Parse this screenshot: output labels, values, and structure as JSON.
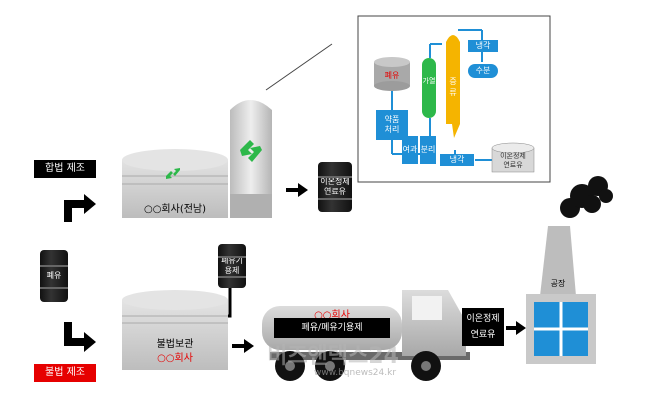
{
  "labels": {
    "legal_manufacture": "합법 제조",
    "illegal_manufacture": "불법 제조",
    "waste_oil": "폐유",
    "company_legal": "○○회사(전남)",
    "ion_fuel_drum_line1": "이온정제",
    "ion_fuel_drum_line2": "연료유",
    "waste_drum_line1": "폐유기",
    "waste_drum_line2": "용제",
    "tank_illegal_line1": "불법보관",
    "tank_illegal_line2": "○○회사",
    "truck_company": "○○회사",
    "truck_cargo": "폐유/폐유기용제",
    "factory": "공장",
    "ion_fuel_box_line1": "이온정제",
    "ion_fuel_box_line2": "연료유"
  },
  "process": {
    "waste_oil": "폐유",
    "pretreat_line1": "약품",
    "pretreat_line2": "처리",
    "filter": "여과",
    "separate": "분리",
    "heat": "가열",
    "distill": "증류",
    "cool_top": "냉각",
    "water": "수분",
    "cool_bottom": "냉각",
    "product_line1": "이온정제",
    "product_line2": "연료유"
  },
  "watermark": {
    "main": "비즈앤택스24",
    "url": "www.bqnews24.kr"
  },
  "colors": {
    "blue": "#1f8fd6",
    "red": "#e60000",
    "green": "#2db84a",
    "orange": "#f5b400",
    "gray": "#c9c9c9"
  }
}
